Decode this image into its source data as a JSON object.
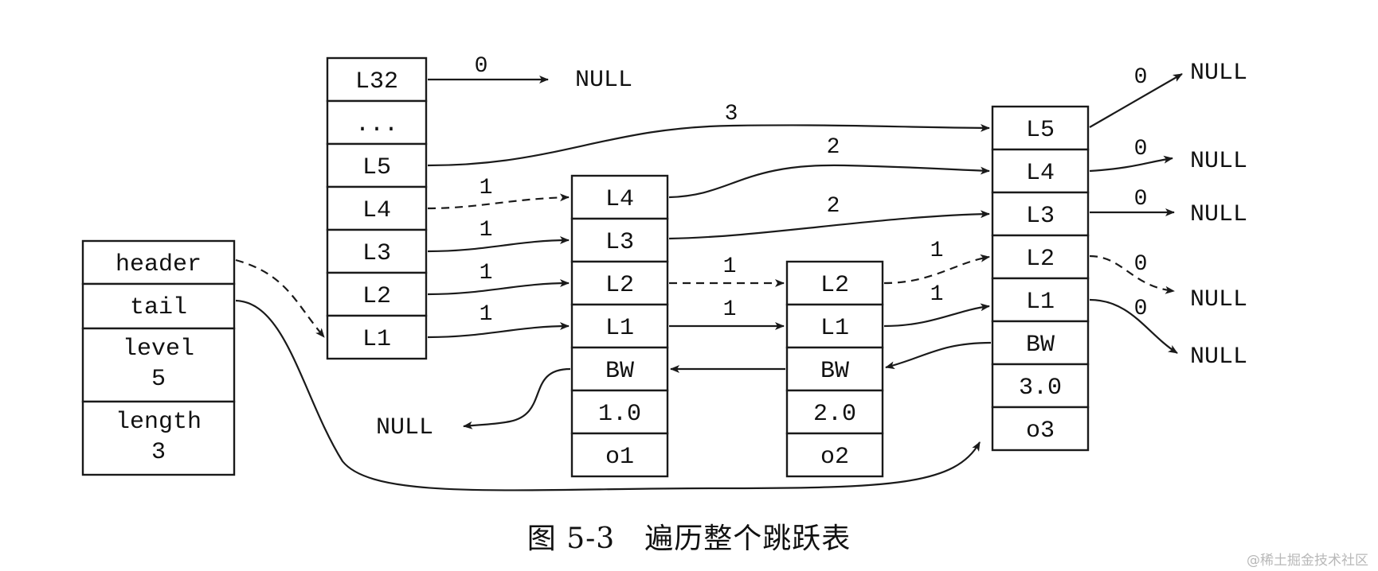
{
  "header_node": {
    "fields": [
      {
        "label": "header"
      },
      {
        "label": "tail"
      },
      {
        "label": "level",
        "value": "5"
      },
      {
        "label": "length",
        "value": "3"
      }
    ]
  },
  "head_node": {
    "levels": [
      "L32",
      "...",
      "L5",
      "L4",
      "L3",
      "L2",
      "L1"
    ]
  },
  "nodes": [
    {
      "id": "o1",
      "levels": [
        "L4",
        "L3",
        "L2",
        "L1"
      ],
      "backward": "BW",
      "score": "1.0",
      "obj": "o1"
    },
    {
      "id": "o2",
      "levels": [
        "L2",
        "L1"
      ],
      "backward": "BW",
      "score": "2.0",
      "obj": "o2"
    },
    {
      "id": "o3",
      "levels": [
        "L5",
        "L4",
        "L3",
        "L2",
        "L1"
      ],
      "backward": "BW",
      "score": "3.0",
      "obj": "o3"
    }
  ],
  "null_label": "NULL",
  "spans": {
    "head_L32": "0",
    "head_L5": "3",
    "head_L4": "1",
    "head_L3": "1",
    "head_L2": "1",
    "head_L1": "1",
    "o1_L4": "2",
    "o1_L3": "2",
    "o1_L2": "1",
    "o1_L1": "1",
    "o2_L2": "1",
    "o2_L1": "1",
    "o3_L5": "0",
    "o3_L4": "0",
    "o3_L3": "0",
    "o3_L2": "0",
    "o3_L1": "0"
  },
  "caption": "图 5-3　遍历整个跳跃表",
  "watermark": "@稀土掘金技术社区"
}
